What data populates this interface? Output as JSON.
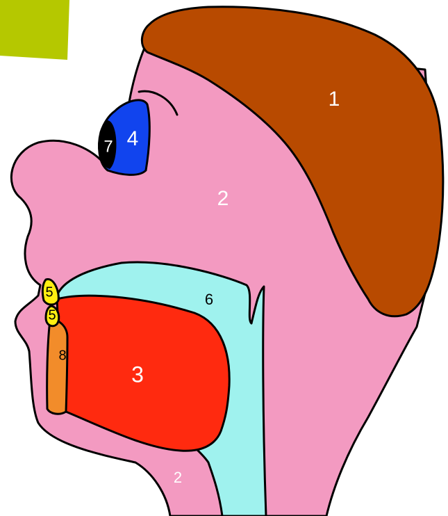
{
  "colors": {
    "skin": "#f39ac1",
    "hair": "#b84a00",
    "eye": "#1144ee",
    "pupil": "#000000",
    "tongue": "#ff2a0f",
    "cavity": "#9ff2ee",
    "teeth": "#ffee11",
    "lip": "#f28c2a",
    "corner": "#b5c800"
  },
  "labels": {
    "hair": "1",
    "face": "2",
    "neck": "2",
    "tongue": "3",
    "eye": "4",
    "upper_tooth": "5",
    "lower_tooth": "5",
    "oral_cavity": "6",
    "pupil": "7",
    "lower_lip": "8"
  },
  "icons": {
    "corner": "corner-square-icon"
  }
}
